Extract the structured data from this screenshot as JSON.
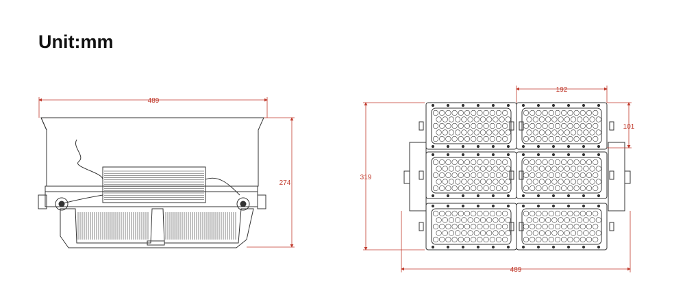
{
  "title": "Unit:mm",
  "colors": {
    "dimension": "#c0392b",
    "drawing": "#333333"
  },
  "side_view": {
    "width_label": "489",
    "height_label": "274"
  },
  "front_view": {
    "module_width_label": "192",
    "module_height_label": "101",
    "height_label": "319",
    "width_label": "489",
    "modules": 6
  }
}
